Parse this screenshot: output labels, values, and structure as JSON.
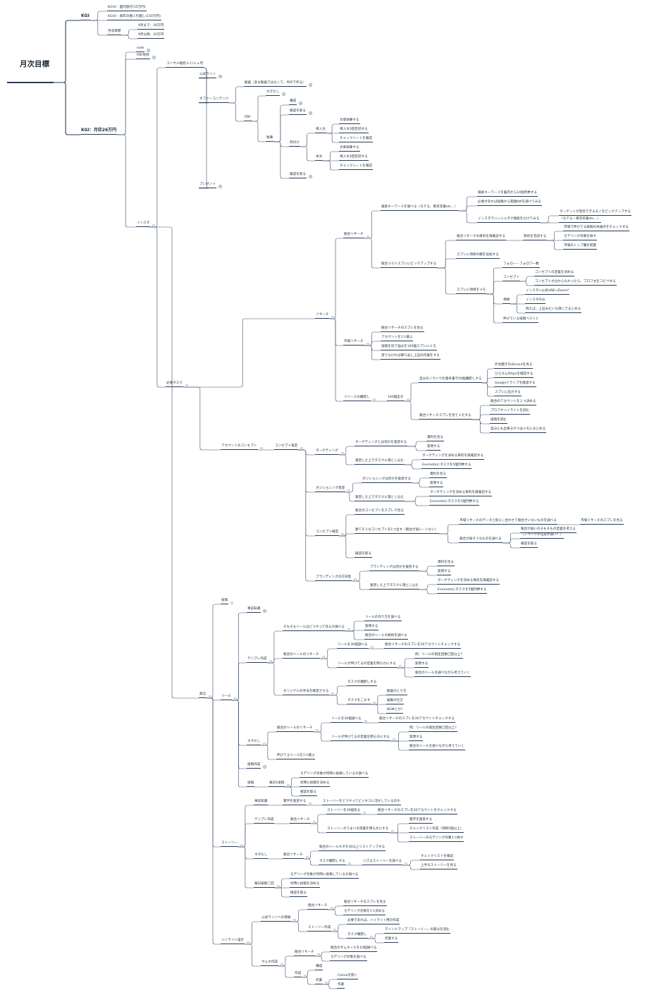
{
  "root": "月次目標",
  "nodes": [
    {
      "id": "kgi",
      "text": "KGI"
    },
    {
      "id": "kgi1",
      "text": "KGI②：国内旅行(15万円)"
    },
    {
      "id": "kgi2",
      "text": "KGI②：来年の春に引越し(150万円)"
    },
    {
      "id": "monthly",
      "text": "月収目標"
    },
    {
      "id": "m1",
      "text": "9月まで：26万円"
    },
    {
      "id": "m2",
      "text": "9月以降：20万円"
    },
    {
      "id": "kgi3",
      "text": "KGI：月収26万円"
    },
    {
      "id": "note",
      "text": "note"
    },
    {
      "id": "pdf_make",
      "text": "PDF制作"
    },
    {
      "id": "insta",
      "text": "インスタ"
    },
    {
      "id": "consult",
      "text": "コンサル継続３人/１ヶ月"
    },
    {
      "id": "official",
      "text": "公式ライン"
    },
    {
      "id": "offer",
      "text": "オファーコンテンツ"
    },
    {
      "id": "video",
      "text": "動画（多分動画ではなくて、PDFで作る）"
    },
    {
      "id": "pdf",
      "text": "PDF"
    },
    {
      "id": "netadashi",
      "text": "ネタだし"
    },
    {
      "id": "shippitsu",
      "text": "執筆"
    },
    {
      "id": "kousei",
      "text": "構成"
    },
    {
      "id": "kakunin1",
      "text": "確認を取る"
    },
    {
      "id": "nikuzuke",
      "text": "肉付け"
    },
    {
      "id": "kakunin2",
      "text": "確認を取る"
    },
    {
      "id": "dounyu",
      "text": "導入文"
    },
    {
      "id": "d1",
      "text": "文章執筆する"
    },
    {
      "id": "d2",
      "text": "導入文3回音読する"
    },
    {
      "id": "d3",
      "text": "チェックシートを確認"
    },
    {
      "id": "honbun",
      "text": "本文"
    },
    {
      "id": "h1",
      "text": "文章執筆する"
    },
    {
      "id": "h2",
      "text": "導入文3回音読する"
    },
    {
      "id": "h3",
      "text": "チェックシートを確認"
    },
    {
      "id": "present",
      "text": "プレゼント"
    },
    {
      "id": "hissu",
      "text": "必要タスク"
    },
    {
      "id": "research",
      "text": "リサーチ"
    },
    {
      "id": "kyogo",
      "text": "競合リサーチ"
    },
    {
      "id": "kensaku",
      "text": "検索キーワードを調べる（モテる、東京卒業etc…）"
    },
    {
      "id": "k1",
      "text": "検索キーワードを脳内から10個列挙する"
    },
    {
      "id": "k2",
      "text": "必要があれば投稿から関連KWを調べてみる"
    },
    {
      "id": "k3",
      "text": "インスタでハッシュタグ検索をかけてみる"
    },
    {
      "id": "k3a",
      "text": "ターゲットが宣伝できるモノをピックアップする"
    },
    {
      "id": "k3b",
      "text": "（モテる・東京卒業etc…）"
    },
    {
      "id": "kyogo30",
      "text": "競合３０人スプレにピックアップする"
    },
    {
      "id": "p1",
      "text": "競合リサーチの目的を再確認する"
    },
    {
      "id": "p1a",
      "text": "目的を音読する"
    },
    {
      "id": "p1a1",
      "text": "市場で伸びてる投稿の共通点をチェックする"
    },
    {
      "id": "p1a2",
      "text": "モデリング対象を探す"
    },
    {
      "id": "p1a3",
      "text": "市場のトップ層を把握"
    },
    {
      "id": "p2",
      "text": "スプレに項目の欄を追加する"
    },
    {
      "id": "p3",
      "text": "スプレに項目をメモ"
    },
    {
      "id": "p3a",
      "text": "フォロー・フォロワー数"
    },
    {
      "id": "p3b",
      "text": "コンセプト"
    },
    {
      "id": "p3b1",
      "text": "コンセプトの定義を決める"
    },
    {
      "id": "p3b2",
      "text": "コンセプトが分からなかったら、プロフ文をコピペする"
    },
    {
      "id": "p3c",
      "text": "導線"
    },
    {
      "id": "p3c1",
      "text": "インスタ→公式LINE→Zoom?"
    },
    {
      "id": "p3c2",
      "text": "インスタのみ"
    },
    {
      "id": "p3c3",
      "text": "例えば、上記みたいな感じでまとめる"
    },
    {
      "id": "p3d",
      "text": "伸びている投稿ベスト3"
    },
    {
      "id": "shijo",
      "text": "市場リサーチ"
    },
    {
      "id": "s1",
      "text": "競合リサーチのスプレを見る"
    },
    {
      "id": "s2",
      "text": "アカウントを1つ選ぶ"
    },
    {
      "id": "s3",
      "text": "投稿を見て悩みを100個スプレにメモ"
    },
    {
      "id": "s4",
      "text": "足りなければ繰り返し上記の作業をする"
    },
    {
      "id": "resource",
      "text": "リソースの棚卸し"
    },
    {
      "id": "r100",
      "text": "100個出す"
    },
    {
      "id": "rj",
      "text": "自分のノウハウを箇条書き50個棚卸しする"
    },
    {
      "id": "rj1",
      "text": "外見磨きのdiscordを見る"
    },
    {
      "id": "rj2",
      "text": "ひろさんのtipsを確認する"
    },
    {
      "id": "rj3",
      "text": "Googleドライブを確認する"
    },
    {
      "id": "rj4",
      "text": "スプレに出力する"
    },
    {
      "id": "rk",
      "text": "競合リサーチスプレを見てメモする"
    },
    {
      "id": "rk1",
      "text": "競合のアカウントを１つ決める"
    },
    {
      "id": "rk2",
      "text": "プロフやハイライトを読む"
    },
    {
      "id": "rk3",
      "text": "投稿を読む"
    },
    {
      "id": "rk4",
      "text": "自分にも出来るやつはメモにまとめる"
    },
    {
      "id": "account",
      "text": "アカウントのコンセプト"
    },
    {
      "id": "concept",
      "text": "コンセプト策定"
    },
    {
      "id": "target",
      "text": "ターゲティング"
    },
    {
      "id": "t1",
      "text": "ターゲティングとは何かを復習する"
    },
    {
      "id": "t1a",
      "text": "資料を見る"
    },
    {
      "id": "t1b",
      "text": "質問する"
    },
    {
      "id": "t2",
      "text": "復習した上でタスクに落とし込む"
    },
    {
      "id": "t2a",
      "text": "ターゲティングを決める目的を再確認する"
    },
    {
      "id": "t2b",
      "text": "Evernoteにタスクを5個列挙する"
    },
    {
      "id": "pos",
      "text": "ポジショニング策定"
    },
    {
      "id": "po1",
      "text": "ポジショニングは何かを復習する"
    },
    {
      "id": "po1a",
      "text": "資料を見る"
    },
    {
      "id": "po1b",
      "text": "質問する"
    },
    {
      "id": "po2",
      "text": "復習した上でタスクに落とし込む"
    },
    {
      "id": "po2a",
      "text": "ターゲティングを決める目的を再確認する"
    },
    {
      "id": "po2b",
      "text": "Evernoteにタスクを5個列挙する"
    },
    {
      "id": "cfix",
      "text": "コンセプト確定"
    },
    {
      "id": "c1",
      "text": "競合のコンセプトをスプレで見る"
    },
    {
      "id": "c2",
      "text": "勝てそうなコンセプトを1つ出す（競合が弱い・いない）"
    },
    {
      "id": "c2a",
      "text": "市場リサーチのデータと照らし合わせて競合がいないものを調べる"
    },
    {
      "id": "c2a1",
      "text": "市場リサーチのスプレを見る"
    },
    {
      "id": "c2b",
      "text": "競合が弱そうなものを調べる"
    },
    {
      "id": "c2b1",
      "text": "競合が弱いのそもそもの定義を考える"
    },
    {
      "id": "c2b1b",
      "text": "（ノウハウが充実が弱い？）"
    },
    {
      "id": "c2b2",
      "text": "確認を取る"
    },
    {
      "id": "c3",
      "text": "確認を取る"
    },
    {
      "id": "brand",
      "text": "ブランディングの方向性"
    },
    {
      "id": "b1",
      "text": "ブランディングは何かを復習する"
    },
    {
      "id": "b1a",
      "text": "資料を見る"
    },
    {
      "id": "b1b",
      "text": "質問する"
    },
    {
      "id": "b2",
      "text": "復習した上でタスクに落とし込む"
    },
    {
      "id": "b2a",
      "text": "ターゲティングを決める目的を再確認する"
    },
    {
      "id": "b2b",
      "text": "Evernoteにタスクを5個列挙する"
    },
    {
      "id": "hasshin",
      "text": "発信"
    },
    {
      "id": "toukou",
      "text": "投稿"
    },
    {
      "id": "reel",
      "text": "リール"
    },
    {
      "id": "re_ji",
      "text": "事前知識"
    },
    {
      "id": "re_tp",
      "text": "テンプレ作成"
    },
    {
      "id": "tp1",
      "text": "そもそもリールはどうやって作るか調べる"
    },
    {
      "id": "tp1a",
      "text": "リールの作り方を調べる"
    },
    {
      "id": "tp1b",
      "text": "質問する"
    },
    {
      "id": "tp1c",
      "text": "競合のリールの要約を調べる"
    },
    {
      "id": "tp2",
      "text": "競合のリールのリサーチ"
    },
    {
      "id": "tp2a",
      "text": "リールを30個調べる"
    },
    {
      "id": "tp2a1",
      "text": "競合リサーチのスプレを30アカウントチェックする"
    },
    {
      "id": "tp2b",
      "text": "リールが伸びてるの定義を明らかにする"
    },
    {
      "id": "tp2b1",
      "text": "例：リールの再生回数〇回以上?"
    },
    {
      "id": "tp2b2",
      "text": "質問する"
    },
    {
      "id": "tp2b3",
      "text": "競合のリールを調べながら考えていく"
    },
    {
      "id": "tp3",
      "text": "オリジナルの手法を確定させる"
    },
    {
      "id": "tp3a",
      "text": "タスクの棚卸しする"
    },
    {
      "id": "tp3b",
      "text": "タスクをこなす"
    },
    {
      "id": "tp3b1",
      "text": "動画のとり方"
    },
    {
      "id": "tp3b2",
      "text": "編集の仕方"
    },
    {
      "id": "tp3b3",
      "text": "BGMとか?"
    },
    {
      "id": "re_nd",
      "text": "ネタだし"
    },
    {
      "id": "nd1",
      "text": "競合のリールのリサーチ"
    },
    {
      "id": "nd1a",
      "text": "リールを30個調べる"
    },
    {
      "id": "nd1a1",
      "text": "競合リサーチのスプレを30アカウントチェックする"
    },
    {
      "id": "nd1b",
      "text": "リールが伸びてるの定義を明らかにする"
    },
    {
      "id": "nd1b1",
      "text": "例：リールの再生回数〇回以上?"
    },
    {
      "id": "nd1b2",
      "text": "質問する"
    },
    {
      "id": "nd1b3",
      "text": "競合のリールを調べながら考えていく"
    },
    {
      "id": "nd2",
      "text": "伸びてるリールを1つ選ぶ"
    },
    {
      "id": "re_ts",
      "text": "投稿作成"
    },
    {
      "id": "re_tk",
      "text": "投稿"
    },
    {
      "id": "tk1",
      "text": "毎日1投稿"
    },
    {
      "id": "tk1a",
      "text": "モデリング対象が何時に投稿しているか調べる"
    },
    {
      "id": "tk1b",
      "text": "何時に投稿を決める"
    },
    {
      "id": "tk1c",
      "text": "確認を取る"
    },
    {
      "id": "story",
      "text": "ストーリー"
    },
    {
      "id": "st_ji",
      "text": "事前知識"
    },
    {
      "id": "st_ji1",
      "text": "雑学を復習する"
    },
    {
      "id": "st_ji1a",
      "text": "ストーリーをどうやってビジネスに活かしているのか"
    },
    {
      "id": "st_tp",
      "text": "テンプレ作成"
    },
    {
      "id": "st_tp1",
      "text": "競合リサーチ"
    },
    {
      "id": "st_tp1a",
      "text": "ストーリーを30個見る"
    },
    {
      "id": "st_tp1a1",
      "text": "競合リサーチのスプレを30アカウントをチェックする"
    },
    {
      "id": "st_tp1b",
      "text": "ストーリーがうまいの定義を明らかにする"
    },
    {
      "id": "st_tp1b1",
      "text": "雑学を復習する"
    },
    {
      "id": "st_tp1b2",
      "text": "チェックリスト作成（項目5個以上）"
    },
    {
      "id": "st_tp1b3",
      "text": "ストーリーのモデリング対象1つ探す"
    },
    {
      "id": "st_nd",
      "text": "ネタだし"
    },
    {
      "id": "st_nd1",
      "text": "競合リサーチ"
    },
    {
      "id": "st_nd1a",
      "text": "競合のリールネタを30以上リストアップする"
    },
    {
      "id": "st_nd1b",
      "text": "タスク棚卸しする"
    },
    {
      "id": "st_nd1b1",
      "text": "バズるストーリーを調べる"
    },
    {
      "id": "st_nd1b1a",
      "text": "チェックリストを確認"
    },
    {
      "id": "st_nd1b1b",
      "text": "上手なストーリーを見る"
    },
    {
      "id": "st_md",
      "text": "毎日投稿二回"
    },
    {
      "id": "st_md1",
      "text": "モデリング対象が何時に投稿しているか調べる"
    },
    {
      "id": "st_md2",
      "text": "何時に投稿を決める"
    },
    {
      "id": "st_md3",
      "text": "確認を取る"
    },
    {
      "id": "hl",
      "text": "ハイライト設計"
    },
    {
      "id": "hl1",
      "text": "公式ラインへの導線"
    },
    {
      "id": "hl1a",
      "text": "競合リサーチ"
    },
    {
      "id": "hl1a1",
      "text": "競合リサーチのスプレを見る"
    },
    {
      "id": "hl1a2",
      "text": "モデリング対象を1つ決める"
    },
    {
      "id": "hl1b",
      "text": "ストーリー作成"
    },
    {
      "id": "hl1b1",
      "text": "必要であれば、ハイライト用の作成"
    },
    {
      "id": "hl1b2",
      "text": "タスク棚卸し"
    },
    {
      "id": "hl1b2a",
      "text": "マインドマップ「ストーリー」の部分を読む"
    },
    {
      "id": "hl1b2b",
      "text": "作業する"
    },
    {
      "id": "hl2",
      "text": "サムネ作成"
    },
    {
      "id": "hl2a",
      "text": "競合リサーチ"
    },
    {
      "id": "hl2a1",
      "text": "競合のサムネイルを10個調べる"
    },
    {
      "id": "hl2a2",
      "text": "モデリング対象を調べる"
    },
    {
      "id": "hl2b",
      "text": "作成"
    },
    {
      "id": "hl2b1",
      "text": "構成"
    },
    {
      "id": "hl2b2",
      "text": "作業"
    },
    {
      "id": "hl2b2a",
      "text": "Canvaを開く"
    },
    {
      "id": "hl2b2b",
      "text": "作業"
    }
  ]
}
